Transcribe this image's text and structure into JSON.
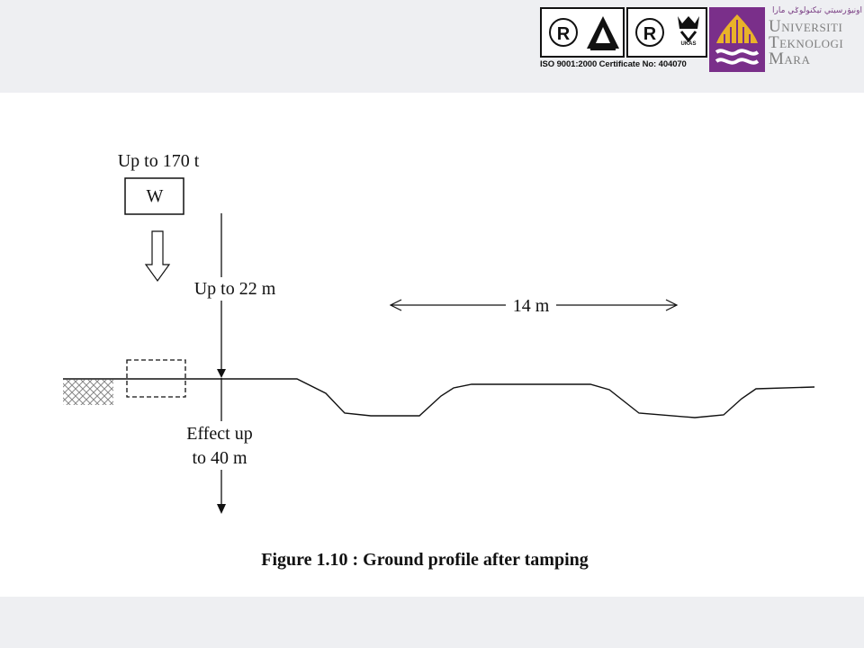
{
  "header": {
    "certificate_caption": "ISO 9001:2000 Certificate No: 404070",
    "certification_mark_text": "UKAS",
    "registered_mark": "R",
    "university_arabic_line": "اونيۏرسيتي تيكنولوݢي مارا",
    "university_name_lines": [
      "Universiti",
      "Teknologi",
      "Mara"
    ]
  },
  "figure": {
    "weight_label": "Up to 170 t",
    "weight_box_label": "W",
    "drop_height_label": "Up to 22 m",
    "spacing_label": "14 m",
    "effect_label_line1": "Effect up",
    "effect_label_line2": "to 40 m",
    "caption": "Figure 1.10 : Ground profile after tamping"
  },
  "colors": {
    "band": "#eeeff2",
    "uitm_purple": "#7a2f8a",
    "uitm_gold": "#e9b22a",
    "line": "#111111"
  }
}
